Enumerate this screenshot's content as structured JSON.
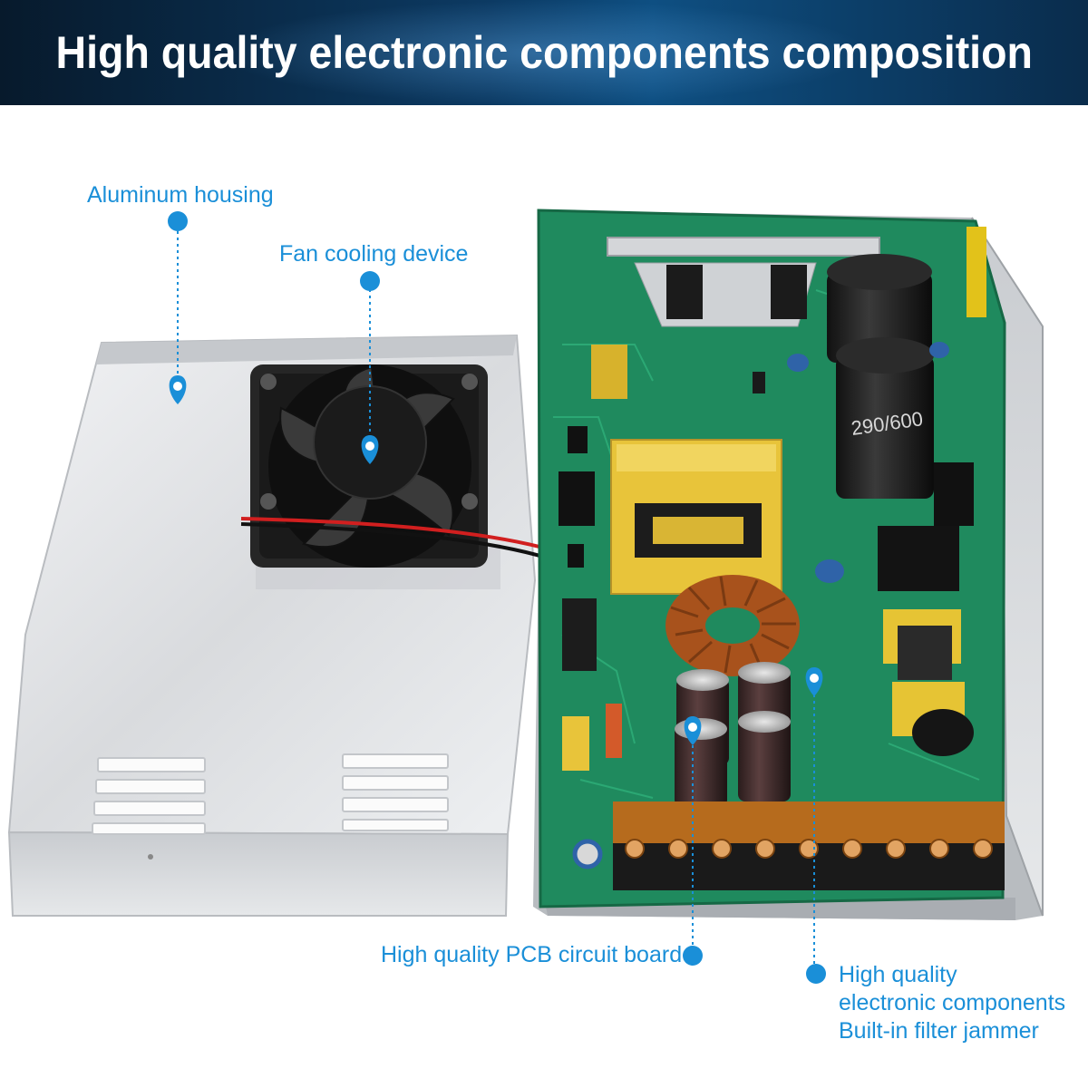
{
  "banner": {
    "title": "High quality electronic components composition"
  },
  "callouts": {
    "aluminum_housing": "Aluminum housing",
    "fan_cooling": "Fan cooling device",
    "pcb_board": "High quality PCB circuit board",
    "components": [
      "High quality",
      "electronic components",
      "Built-in filter jammer"
    ]
  },
  "capacitor_marking": "290/600",
  "colors": {
    "accent": "#1a8fd8",
    "pcb": "#1f8a5e",
    "terminal": "#c8741e",
    "banner": "#0c3a63"
  },
  "icons": [
    "map-pin-icon",
    "dot-marker-icon"
  ]
}
